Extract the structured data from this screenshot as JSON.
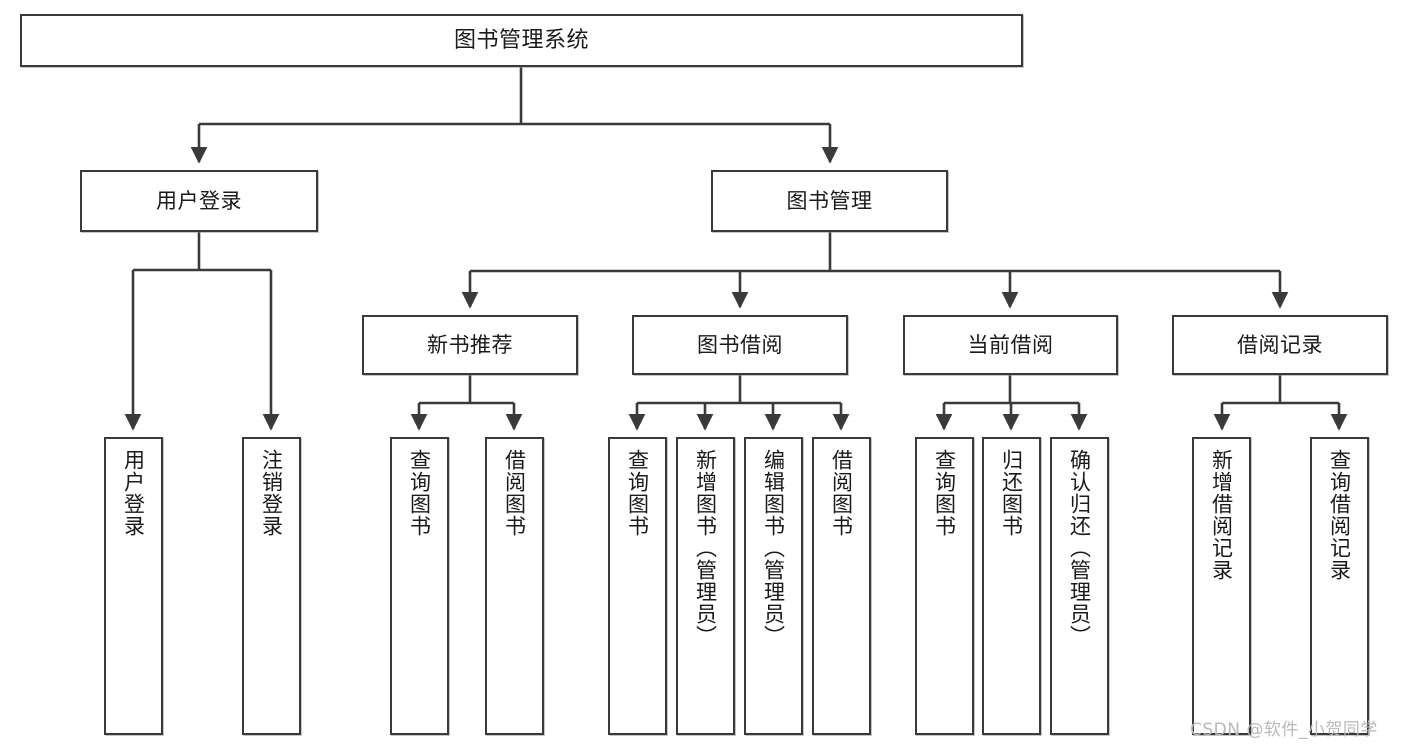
{
  "diagram": {
    "title": "图书管理系统",
    "root": {
      "id": "root",
      "label": "图书管理系统"
    },
    "level2": [
      {
        "id": "user-login",
        "label": "用户登录"
      },
      {
        "id": "book-manage",
        "label": "图书管理"
      }
    ],
    "level3": [
      {
        "id": "new-book-rec",
        "label": "新书推荐"
      },
      {
        "id": "book-borrow",
        "label": "图书借阅"
      },
      {
        "id": "current-borrow",
        "label": "当前借阅"
      },
      {
        "id": "borrow-record",
        "label": "借阅记录"
      }
    ],
    "leaves": {
      "user_login": [
        {
          "id": "leaf-user-login",
          "label": "用户登录"
        },
        {
          "id": "leaf-logout-login",
          "label": "注销登录"
        }
      ],
      "new_book_rec": [
        {
          "id": "leaf-query-book-1",
          "label": "查询图书"
        },
        {
          "id": "leaf-borrow-book-1",
          "label": "借阅图书"
        }
      ],
      "book_borrow": [
        {
          "id": "leaf-query-book-2",
          "label": "查询图书"
        },
        {
          "id": "leaf-add-book",
          "label": "新增图书（管理员）"
        },
        {
          "id": "leaf-edit-book",
          "label": "编辑图书（管理员）"
        },
        {
          "id": "leaf-borrow-book-2",
          "label": "借阅图书"
        }
      ],
      "current_borrow": [
        {
          "id": "leaf-query-book-3",
          "label": "查询图书"
        },
        {
          "id": "leaf-return-book",
          "label": "归还图书"
        },
        {
          "id": "leaf-confirm-return",
          "label": "确认归还（管理员）"
        }
      ],
      "borrow_record": [
        {
          "id": "leaf-add-record",
          "label": "新增借阅记录"
        },
        {
          "id": "leaf-query-record",
          "label": "查询借阅记录"
        }
      ]
    }
  },
  "watermark": {
    "text": "CSDN @软件_小贺同学"
  },
  "colors": {
    "background": "#ffffff",
    "border": "#3a3a3a",
    "text": "#1a1a1a",
    "edge": "#3a3a3a",
    "watermark": "#b9b9b9"
  }
}
